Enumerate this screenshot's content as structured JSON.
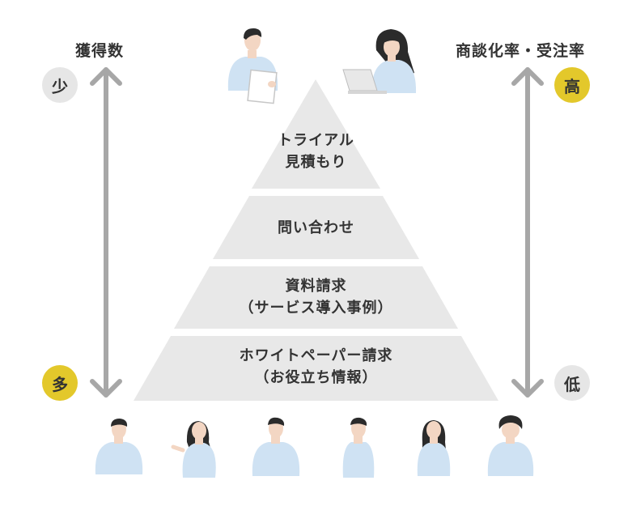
{
  "left_axis": {
    "title": "獲得数",
    "top_badge": "少",
    "bottom_badge": "多"
  },
  "right_axis": {
    "title": "商談化率・受注率",
    "top_badge": "高",
    "bottom_badge": "低"
  },
  "tiers": [
    {
      "line1": "トライアル",
      "line2": "見積もり"
    },
    {
      "line1": "問い合わせ",
      "line2": ""
    },
    {
      "line1": "資料請求",
      "line2": "（サービス導入事例）"
    },
    {
      "line1": "ホワイトペーパー請求",
      "line2": "（お役立ち情報）"
    }
  ],
  "colors": {
    "tier_fill": "#e8e8e8",
    "badge_yellow": "#e3c82b",
    "badge_gray": "#e6e6e6",
    "arrow": "#a7a7a7",
    "person_shirt": "#cfe2f3",
    "person_hair": "#2b2b2b",
    "person_skin": "#f3d6c3"
  },
  "people": {
    "top_count_shown": 2,
    "bottom_count_shown": 6
  }
}
